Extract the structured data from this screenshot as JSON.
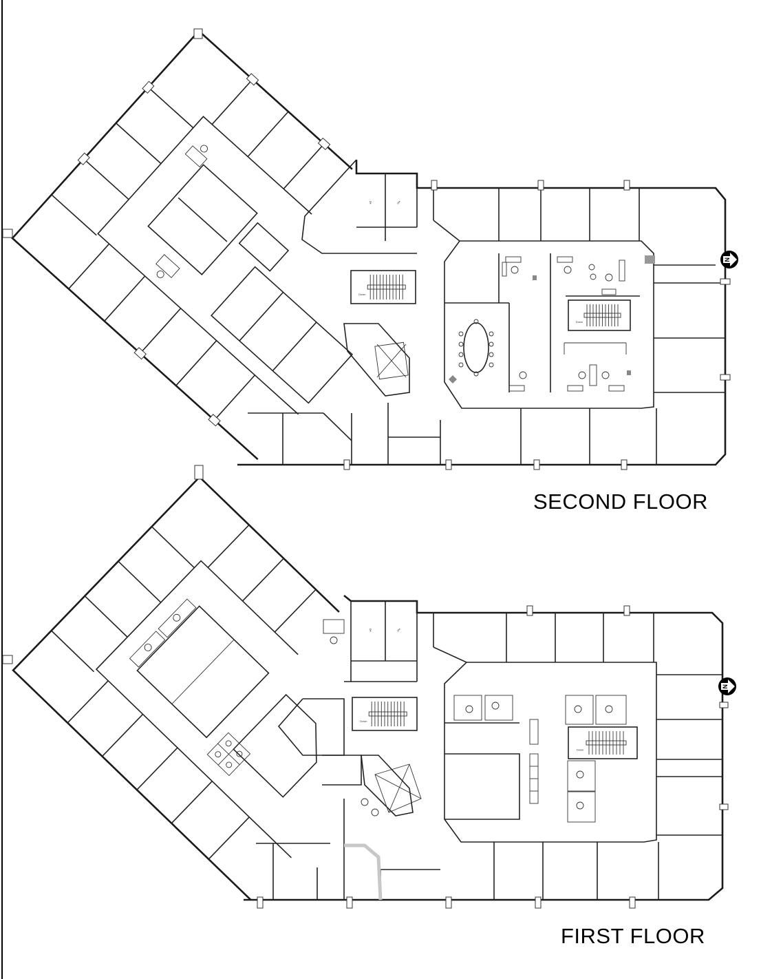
{
  "floors": [
    {
      "name": "SECOND FLOOR",
      "stair_label": "Down"
    },
    {
      "name": "FIRST FLOOR",
      "stair_label": "Down"
    }
  ],
  "north_arrow": {
    "letter": "N"
  },
  "colors": {
    "wall": "#1a1a1a",
    "accessible_path": "#c8c8c8",
    "column": "#ffffff"
  }
}
